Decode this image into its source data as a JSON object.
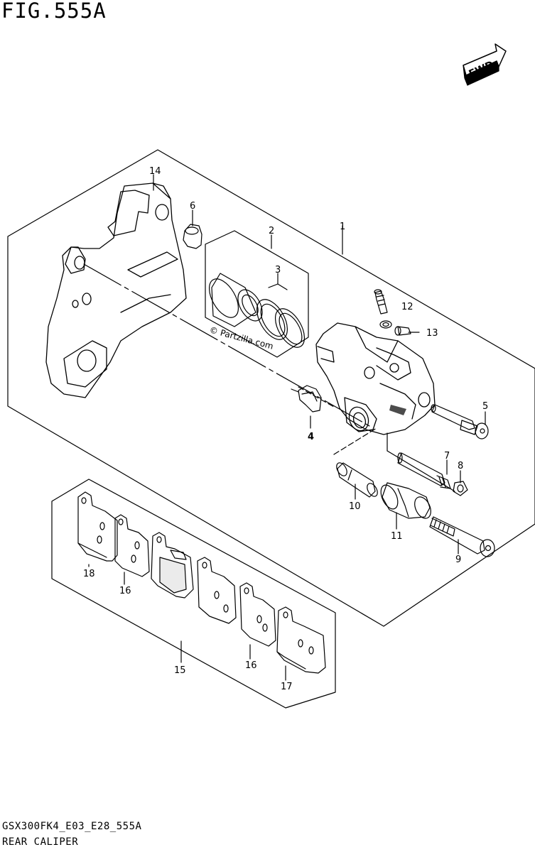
{
  "title": "FIG.555A",
  "fwd_label": "FWD",
  "watermark": "© Partzilla.com",
  "footer": {
    "code": "GSX300FK4_E03_E28_555A",
    "name": "REAR CALIPER"
  },
  "callouts": {
    "c1": "1",
    "c2": "2",
    "c3": "3",
    "c4": "4",
    "c5": "5",
    "c6": "6",
    "c7": "7",
    "c8": "8",
    "c9": "9",
    "c10": "10",
    "c11": "11",
    "c12": "12",
    "c13": "13",
    "c14": "14",
    "c15": "15",
    "c16a": "16",
    "c16b": "16",
    "c17": "17",
    "c18": "18"
  }
}
